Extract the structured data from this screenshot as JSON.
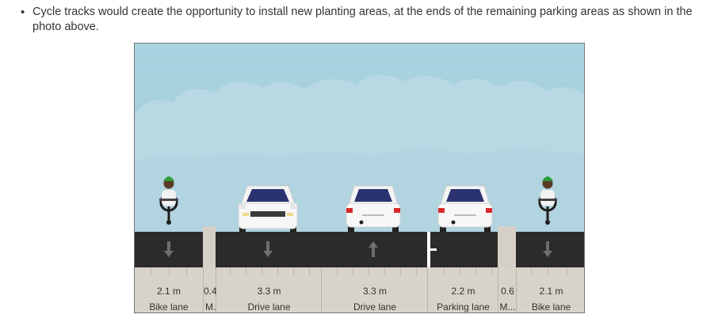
{
  "bullet": {
    "text": "Cycle tracks would create the opportunity to install new planting areas, at the ends of the remaining parking areas as shown in the photo above."
  },
  "colors": {
    "sky": "#a8d0dd",
    "road": "#2b2b2b",
    "median": "#d5d0c7",
    "label_band": "#d8d3c9"
  },
  "segments": [
    {
      "width": "2.1 m",
      "name": "Bike lane"
    },
    {
      "width": "0.4",
      "name": "M."
    },
    {
      "width": "3.3 m",
      "name": "Drive lane"
    },
    {
      "width": "3.3 m",
      "name": "Drive lane"
    },
    {
      "width": "2.2 m",
      "name": "Parking lane"
    },
    {
      "width": "0.6",
      "name": "M..."
    },
    {
      "width": "2.1 m",
      "name": "Bike lane"
    }
  ]
}
